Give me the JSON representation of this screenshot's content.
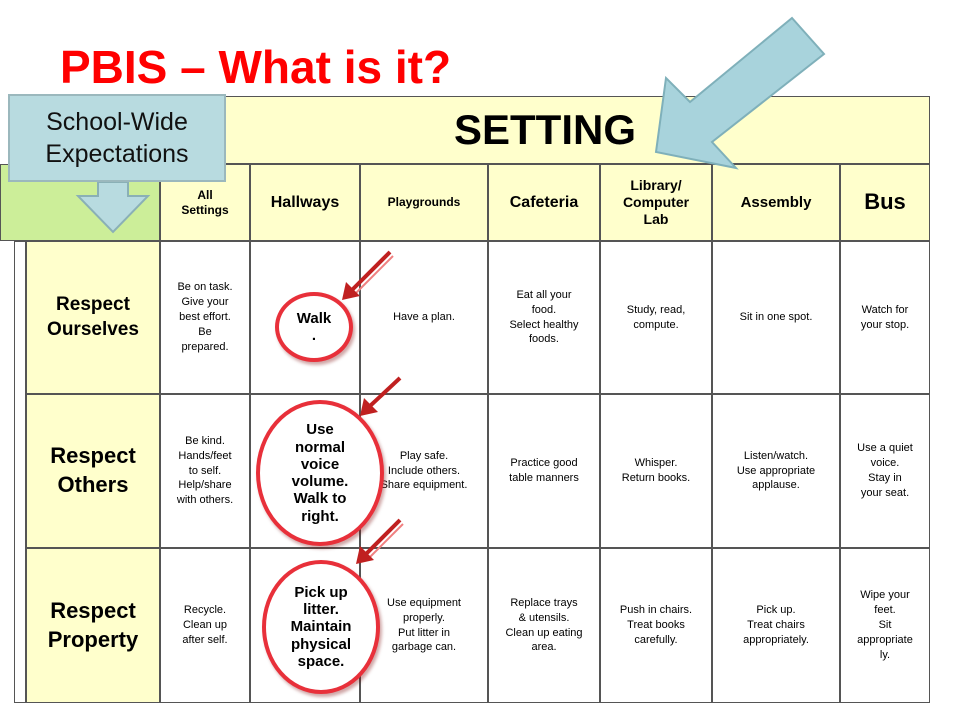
{
  "title": "PBIS – What is it?",
  "callout": "School-Wide\nExpectations",
  "setting": "SETTING",
  "columns": [
    "All\nSettings",
    "Hallways",
    "Playgrounds",
    "Cafeteria",
    "Library/\nComputer\nLab",
    "Assembly",
    "Bus"
  ],
  "rows": [
    {
      "label": "Respect\nOurselves",
      "cells": [
        "Be on task.\nGive your\nbest effort.\nBe\nprepared.",
        "",
        "Have a plan.",
        "Eat all your\nfood.\nSelect healthy\nfoods.",
        "Study, read,\ncompute.",
        "Sit in one spot.",
        "Watch for\nyour stop."
      ]
    },
    {
      "label": "Respect\nOthers",
      "cells": [
        "Be kind.\nHands/feet\nto self.\nHelp/share\nwith others.",
        "",
        "Play safe.\nInclude others.\nShare equipment.",
        "Practice good\ntable manners",
        "Whisper.\nReturn books.",
        "Listen/watch.\nUse appropriate\napplause.",
        "Use a quiet\nvoice.\nStay in\nyour seat."
      ]
    },
    {
      "label": "Respect\nProperty",
      "cells": [
        "Recycle.\nClean up\nafter self.",
        "",
        "Use equipment\nproperly.\nPut litter in\ngarbage can.",
        "Replace trays\n& utensils.\nClean up eating\narea.",
        "Push in chairs.\nTreat books\ncarefully.",
        "Pick up.\nTreat chairs\nappropriately.",
        "Wipe your\nfeet.\nSit\nappropriate\nly."
      ]
    }
  ],
  "hallway_ovals": [
    "Walk\n.",
    "Use\nnormal\nvoice\nvolume.\nWalk to\nright.",
    "Pick up\nlitter.\nMaintain\nphysical\nspace."
  ],
  "colors": {
    "title": "#ff0000",
    "header_fill": "#ffffcc",
    "green_fill": "#ccee99",
    "callout_fill": "#b8dbe0",
    "oval_border": "#e8303a"
  }
}
